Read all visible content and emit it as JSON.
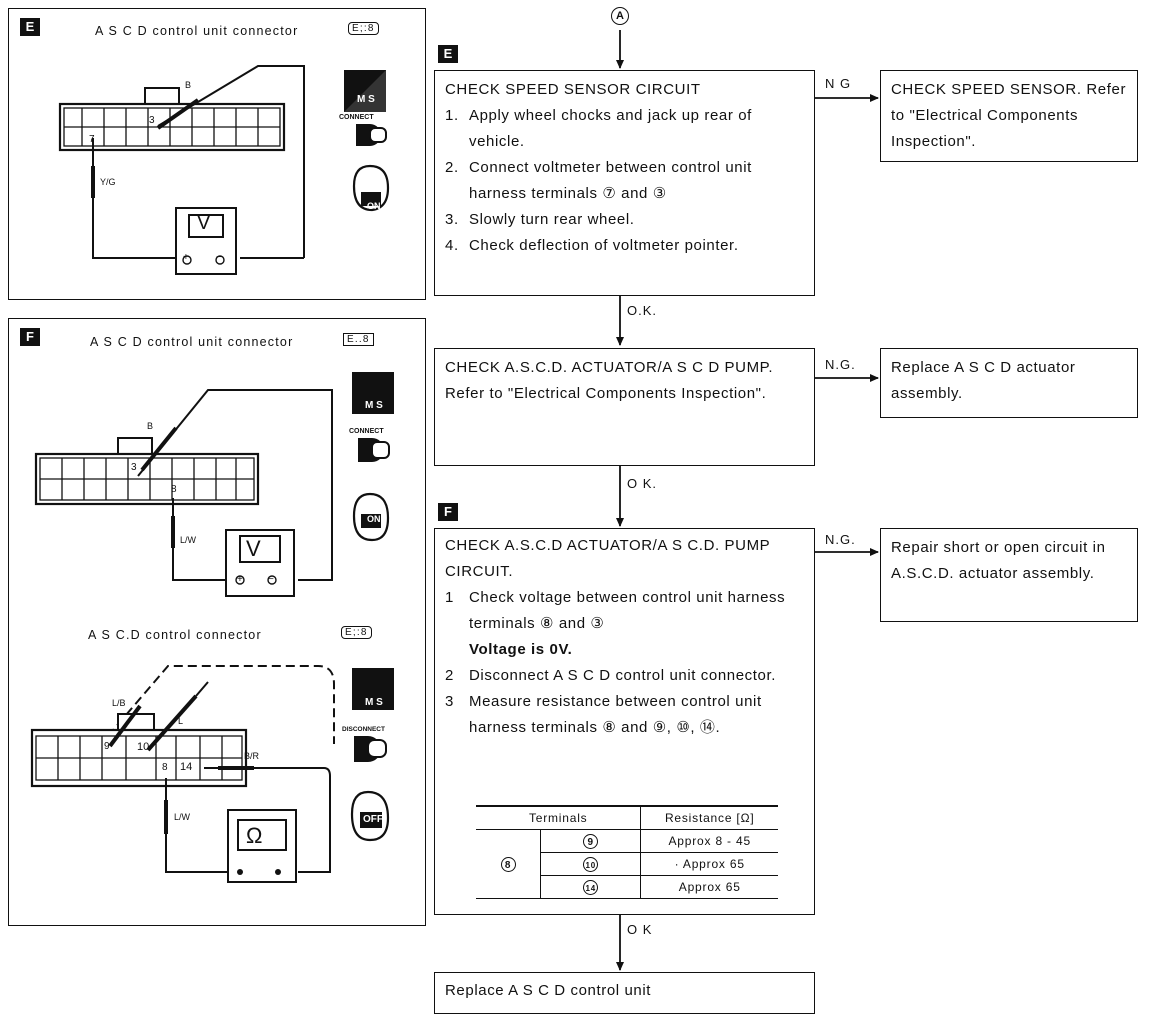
{
  "panel_e": {
    "tag": "E",
    "title": "A S C D  control unit connector",
    "connector_code": "E;:8",
    "pin_a": "3",
    "pin_b": "7",
    "wire_a": "B",
    "wire_b": "Y/G",
    "meter": "V",
    "plus": "+",
    "minus": "−",
    "icon_ms": "M S",
    "icon_connect": "CONNECT",
    "icon_on": "ON"
  },
  "panel_f": {
    "tag": "F",
    "top": {
      "title": "A S C D  control unit connector",
      "connector_code": "E..8",
      "pin_a": "3",
      "pin_b": "8",
      "wire_a": "B",
      "wire_b": "L/W",
      "meter": "V",
      "plus": "+",
      "minus": "−",
      "icon_ms": "M S",
      "icon_connect": "CONNECT",
      "icon_on": "ON"
    },
    "bottom": {
      "title": "A S C.D  control connector",
      "connector_code": "E;:8",
      "pin_9": "9",
      "pin_10": "10",
      "pin_8": "8",
      "pin_14": "14",
      "wire_lb": "L/B",
      "wire_l": "L",
      "wire_br": "B/R",
      "wire_lw": "L/W",
      "meter": "Ω",
      "icon_ms": "M S",
      "icon_disconnect": "DISCONNECT",
      "icon_off": "OFF"
    }
  },
  "flow": {
    "connector_a": "A",
    "tag_e": "E",
    "tag_f": "F",
    "step1": {
      "title": "CHECK SPEED SENSOR CIRCUIT",
      "items": [
        {
          "n": "1.",
          "text": "Apply wheel chocks and jack up rear of vehicle."
        },
        {
          "n": "2.",
          "text": "Connect voltmeter between control unit harness terminals ⑦ and ③"
        },
        {
          "n": "3.",
          "text": "Slowly turn rear wheel."
        },
        {
          "n": "4.",
          "text": "Check deflection of voltmeter pointer."
        }
      ]
    },
    "ng1": "N G",
    "ng1_box": "CHECK SPEED SENSOR. Refer to \"Electrical Components Inspection\".",
    "ok1": "O.K.",
    "step2": {
      "text": "CHECK A.S.C.D. ACTUATOR/A S C D PUMP. Refer to \"Electrical Components Inspection\"."
    },
    "ng2": "N.G.",
    "ng2_box": "Replace A S C D  actuator assembly.",
    "ok2": "O K.",
    "step3": {
      "title": "CHECK A.S.C.D  ACTUATOR/A S C.D. PUMP CIRCUIT.",
      "item1_n": "1",
      "item1_text": "Check voltage between control unit harness terminals ⑧ and ③",
      "item1_bold": "Voltage is 0V.",
      "item2_n": "2",
      "item2_text": "Disconnect A S C D  control unit connector.",
      "item3_n": "3",
      "item3_text": "Measure resistance between control unit harness terminals ⑧ and ⑨, ⑩, ⑭."
    },
    "table": {
      "head_terminals": "Terminals",
      "head_resistance": "Resistance [Ω]",
      "from": "8",
      "rows": [
        {
          "to": "9",
          "value": "Approx  8 - 45"
        },
        {
          "to": "10",
          "value": "· Approx  65"
        },
        {
          "to": "14",
          "value": "Approx  65"
        }
      ]
    },
    "ng3": "N.G.",
    "ng3_box": "Repair short or open circuit in A.S.C.D. actuator assembly.",
    "ok3": "O K",
    "final_box": "Replace A S C D  control unit"
  }
}
